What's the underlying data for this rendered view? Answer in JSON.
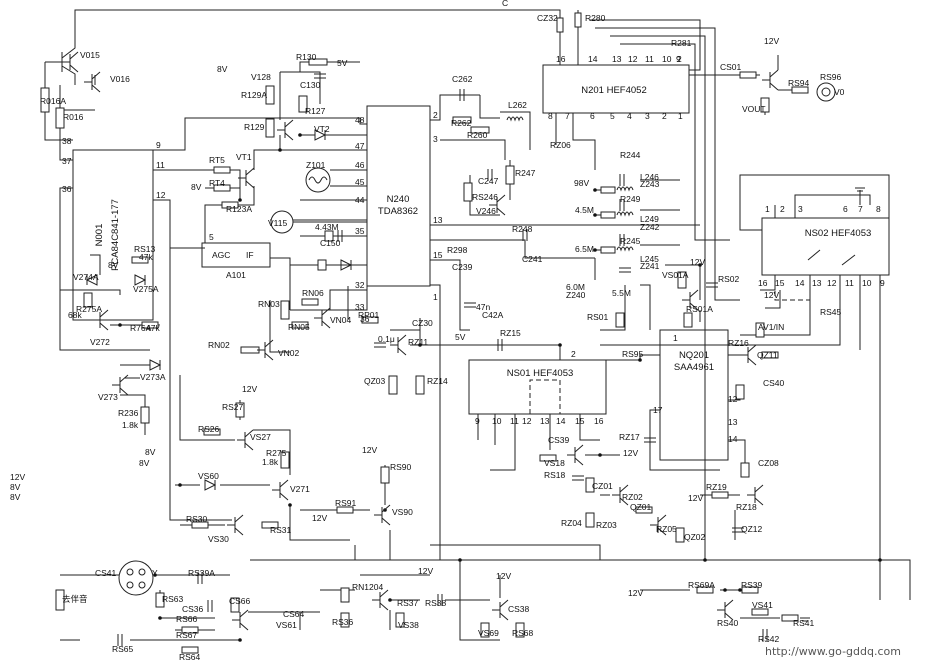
{
  "chips": {
    "n001": [
      "N001",
      "PCA84C841-177"
    ],
    "n240": [
      "N240",
      "TDA8362"
    ],
    "n201": "N201 HEF4052",
    "ns02": "NS02 HEF4053",
    "ns01": "NS01 HEF4053",
    "nq201": [
      "NQ201",
      "SAA4961"
    ],
    "a101": [
      "AGC",
      "IF",
      "A101"
    ]
  },
  "labels": [
    "V015",
    "V016",
    "R016A",
    "R016",
    "RT5",
    "VT1",
    "RT4",
    "R123A",
    "V128",
    "R129A",
    "R129",
    "R130",
    "C130",
    "R127",
    "VT2",
    "Z101",
    "V115",
    "4.43M",
    "C150",
    "RN03",
    "RN06",
    "RN05",
    "VN04",
    "RP01",
    "RN02",
    "VN02",
    "RS13",
    "47k",
    "V274A",
    "V275A",
    "R275A",
    "68k",
    "V272",
    "R76A",
    "47k",
    "V273A",
    "V273",
    "R236",
    "1.8k",
    "8V",
    "RS27",
    "RS26",
    "VS27",
    "R275",
    "1.8k",
    "V271",
    "VS60",
    "RS90",
    "RS91",
    "VS90",
    "RS30",
    "VS30",
    "RS31",
    "C262",
    "R262",
    "R260",
    "L262",
    "C247",
    "R247",
    "RS246",
    "V246",
    "R248",
    "C241",
    "R298",
    "C239",
    "47n",
    "C42A",
    "0.1μ",
    "CZ30",
    "RZ11",
    "QZ03",
    "RZ14",
    "RZ15",
    "CZ32",
    "R280",
    "R281",
    "98V",
    "R244",
    "L246",
    "Z243",
    "4.5M",
    "R249",
    "L249",
    "Z242",
    "6.5M",
    "R245",
    "L245",
    "Z241",
    "6.0M",
    "Z240",
    "5.5M",
    "VS01A",
    "RS01",
    "RS01A",
    "RS02",
    "CS01",
    "RS94",
    "RS96",
    "V0",
    "VOUT",
    "RS95",
    "AV1/IN",
    "RZ16",
    "QZ11",
    "RS45",
    "CS40",
    "RZ17",
    "CZ08",
    "RZ19",
    "RZ18",
    "QZ12",
    "CS39",
    "VS18",
    "RS18",
    "CZ01",
    "RZ02",
    "QZ01",
    "RZ04",
    "RZ03",
    "RZ05",
    "QZ02",
    "RZ06",
    "去伴音",
    "RS63",
    "RS39A",
    "CS36",
    "CS66",
    "RS66",
    "RS67",
    "RS64",
    "RS65",
    "CS64",
    "VS61",
    "RN1204",
    "RS36",
    "RS37",
    "VS38",
    "RS38",
    "CS38",
    "VS69",
    "RS68",
    "RS69A",
    "RS39",
    "RS40",
    "VS41",
    "RS41",
    "RS42",
    "CS41",
    "Y",
    "C",
    "8V",
    "8V",
    "8V",
    "8V",
    "5V",
    "5V",
    "12V",
    "12V",
    "12V",
    "12V",
    "12V",
    "12V",
    "12V",
    "12V",
    "12V",
    "12V",
    "12V",
    "12V",
    "8V",
    "8V"
  ],
  "pins": [
    "37",
    "38",
    "36",
    "11",
    "9",
    "12",
    "48",
    "47",
    "46",
    "45",
    "44",
    "35",
    "32",
    "33",
    "36",
    "15",
    "13",
    "2",
    "3",
    "5",
    "1",
    "2",
    "8",
    "7",
    "6",
    "5",
    "4",
    "3",
    "2",
    "1",
    "16",
    "14",
    "13",
    "12",
    "11",
    "10",
    "9",
    "1",
    "2",
    "3",
    "6",
    "7",
    "8",
    "16",
    "15",
    "14",
    "13",
    "12",
    "11",
    "10",
    "9",
    "1",
    "2",
    "9",
    "10",
    "11",
    "12",
    "13",
    "14",
    "15",
    "16",
    "17",
    "14",
    "13",
    "12"
  ],
  "footer": "http://www.go-gddq.com"
}
